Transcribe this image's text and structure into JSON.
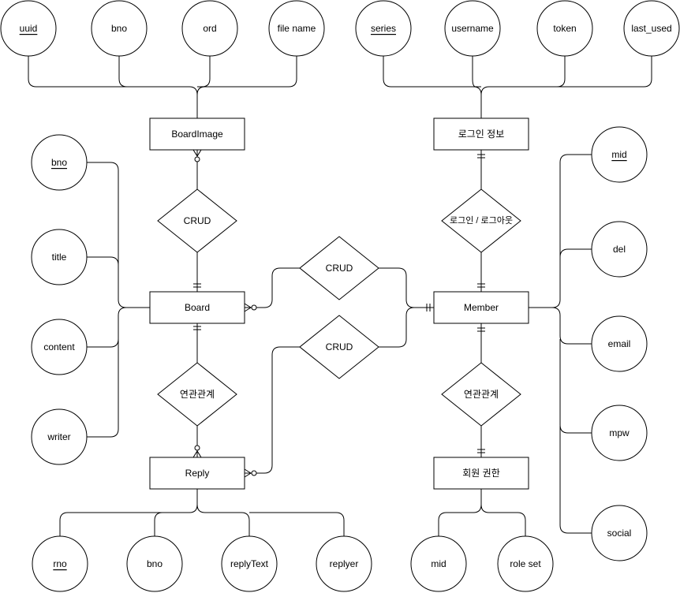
{
  "entities": {
    "boardimage": "BoardImage",
    "login_info": "로그인 정보",
    "board": "Board",
    "member": "Member",
    "reply": "Reply",
    "member_role": "회원 권한"
  },
  "relations": {
    "boardimage_crud": "CRUD",
    "login_logout": "로그인 / 로그아웃",
    "member_board_crud": "CRUD",
    "member_reply_crud": "CRUD",
    "board_reply": "연관관계",
    "member_role_rel": "연관관계"
  },
  "attributes": {
    "boardimage": [
      {
        "label": "uuid",
        "key": true
      },
      {
        "label": "bno",
        "key": false
      },
      {
        "label": "ord",
        "key": false
      },
      {
        "label": "file name",
        "key": false
      }
    ],
    "login_info": [
      {
        "label": "series",
        "key": true
      },
      {
        "label": "username",
        "key": false
      },
      {
        "label": "token",
        "key": false
      },
      {
        "label": "last_used",
        "key": false
      }
    ],
    "board": [
      {
        "label": "bno",
        "key": true
      },
      {
        "label": "title",
        "key": false
      },
      {
        "label": "content",
        "key": false
      },
      {
        "label": "writer",
        "key": false
      }
    ],
    "member": [
      {
        "label": "mid",
        "key": true
      },
      {
        "label": "del",
        "key": false
      },
      {
        "label": "email",
        "key": false
      },
      {
        "label": "mpw",
        "key": false
      },
      {
        "label": "social",
        "key": false
      }
    ],
    "reply": [
      {
        "label": "rno",
        "key": true
      },
      {
        "label": "bno",
        "key": false
      },
      {
        "label": "replyText",
        "key": false
      },
      {
        "label": "replyer",
        "key": false
      }
    ],
    "member_role": [
      {
        "label": "mid",
        "key": false
      },
      {
        "label": "role set",
        "key": false
      }
    ]
  }
}
